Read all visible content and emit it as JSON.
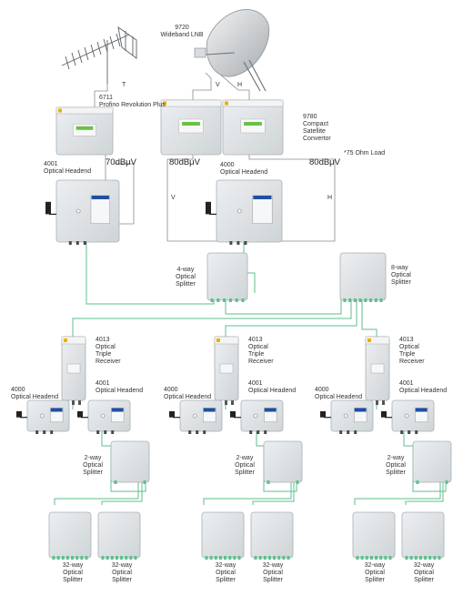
{
  "labels": {
    "lnb": "9720\nWideband LNB",
    "antenna_t": "T",
    "lnb_v": "V",
    "lnb_h": "H",
    "profino": "6711\nProfino Revolution Plus",
    "convertor": "9780\nCompact\nSatellite\nConvertor",
    "headend_4001": "4001\nOptical Headend",
    "level_70": "70dBμV",
    "level_80_left": "80dBμV",
    "headend_4000": "4000\nOptical Headend",
    "level_80_right": "80dBμV",
    "load": "*75 Ohm Load",
    "mid_v": "V",
    "mid_h": "H",
    "splitter_4way": "4-way\nOptical\nSplitter",
    "splitter_8way": "8-way\nOptical\nSplitter",
    "receiver": "4013\nOptical\nTriple\nReceiver",
    "hub_4000": "4000\nOptical Headend",
    "hub_4001": "4001\nOptical Headend",
    "splitter_2way": "2-way\nOptical\nSplitter",
    "splitter_32way": "32-way\nOptical\nSplitter"
  },
  "colors": {
    "fibre": "#5dbf8c",
    "coax": "#8a8a8a",
    "device": "#e4e7ea",
    "device_edge": "#a9b0b6",
    "box": "#dfe2e4"
  }
}
